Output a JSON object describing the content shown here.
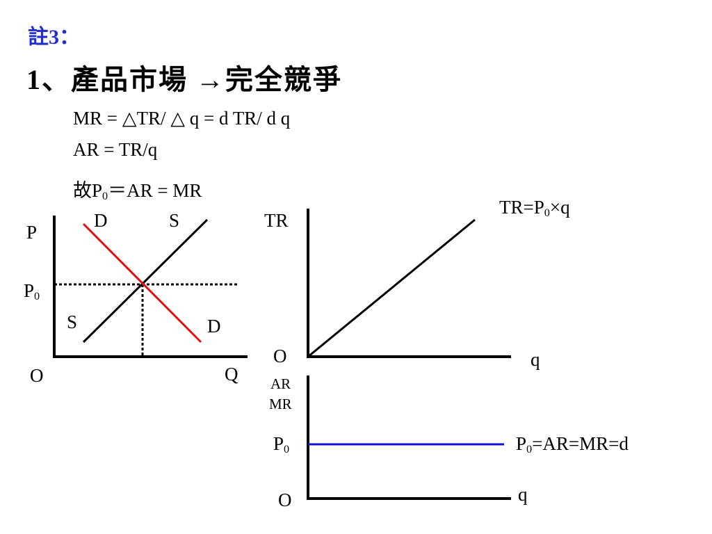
{
  "note": {
    "label": "註3："
  },
  "heading": {
    "text": "1、產品市場 →完全競爭"
  },
  "formulas": {
    "mr": "MR = △TR/ △ q = d TR/ d q",
    "ar": "AR = TR/q",
    "conclusion_prefix": "故P",
    "conclusion_sub": "0",
    "conclusion_rest": "＝AR = MR"
  },
  "market_diagram": {
    "y_axis": "P",
    "x_axis": "Q",
    "origin": "O",
    "price_prefix": "P",
    "price_sub": "0",
    "demand_top": "D",
    "demand_bottom": "D",
    "supply_top": "S",
    "supply_bottom": "S",
    "colors": {
      "demand": "#e01010",
      "supply": "#000000"
    }
  },
  "tr_diagram": {
    "y_axis": "TR",
    "x_axis": "q",
    "origin": "O",
    "curve_prefix": "TR=P",
    "curve_sub": "0",
    "curve_rest": "×q"
  },
  "ar_diagram": {
    "y_axis_1": "AR",
    "y_axis_2": "MR",
    "x_axis": "q",
    "origin": "O",
    "price_prefix": "P",
    "price_sub": "0",
    "line_prefix": "P",
    "line_sub": "0",
    "line_rest": "=AR=MR=d",
    "colors": {
      "line": "#1010d0"
    }
  }
}
